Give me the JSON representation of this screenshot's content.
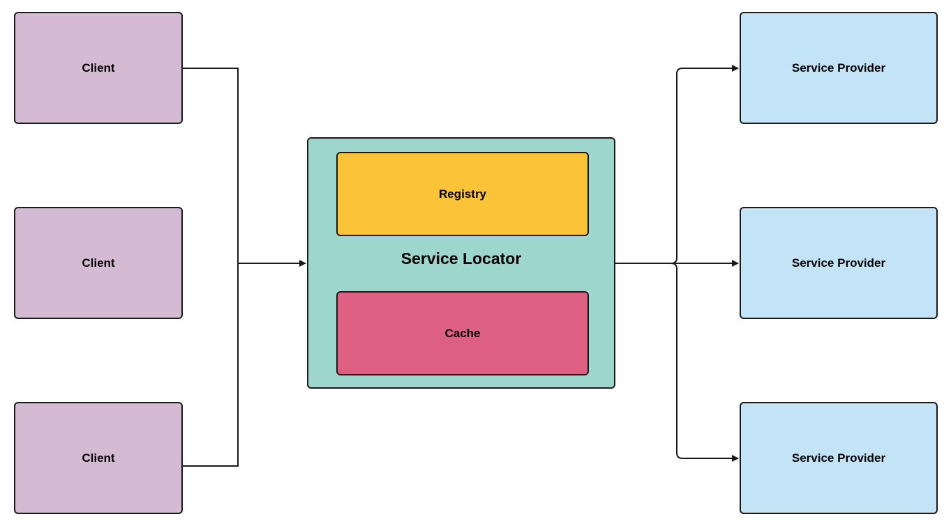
{
  "colors": {
    "client": "#d4bbd3",
    "provider": "#c2e4f6",
    "locator": "#9dd6cc",
    "registry": "#fbc438",
    "cache": "#dd6083",
    "stroke": "#1a1a1a"
  },
  "clients": [
    {
      "label": "Client"
    },
    {
      "label": "Client"
    },
    {
      "label": "Client"
    }
  ],
  "service_locator": {
    "title": "Service Locator",
    "registry": {
      "label": "Registry"
    },
    "cache": {
      "label": "Cache"
    }
  },
  "providers": [
    {
      "label": "Service Provider"
    },
    {
      "label": "Service Provider"
    },
    {
      "label": "Service Provider"
    }
  ]
}
